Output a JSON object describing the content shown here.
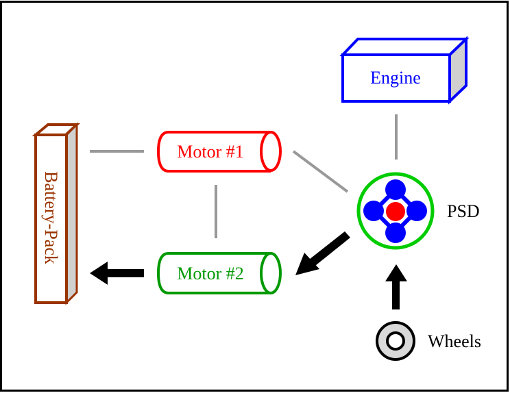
{
  "diagram": {
    "title": "Hybrid powertrain power flow",
    "nodes": {
      "engine": {
        "label": "Engine",
        "color": "#0000ff",
        "shape": "3d-box"
      },
      "battery": {
        "label": "Battery-Pack",
        "color": "#993300",
        "shape": "3d-box-vertical"
      },
      "motor1": {
        "label": "Motor #1",
        "color": "#ff0000",
        "shape": "cylinder"
      },
      "motor2": {
        "label": "Motor #2",
        "color": "#009900",
        "shape": "cylinder"
      },
      "psd": {
        "label": "PSD",
        "ring_color": "#00cc00",
        "gear_color": "#0000ff",
        "center_color": "#ff0000",
        "shape": "planetary-gear"
      },
      "wheels": {
        "label": "Wheels",
        "color": "#000000",
        "fill": "#d9d9d9",
        "shape": "wheel"
      }
    },
    "connections": [
      {
        "from": "battery",
        "to": "motor1",
        "type": "link"
      },
      {
        "from": "motor1",
        "to": "motor2",
        "type": "link"
      },
      {
        "from": "motor1",
        "to": "psd",
        "type": "link"
      },
      {
        "from": "engine",
        "to": "psd",
        "type": "link"
      }
    ],
    "flows": [
      {
        "from": "wheels",
        "to": "psd",
        "type": "arrow"
      },
      {
        "from": "psd",
        "to": "motor2",
        "type": "arrow"
      },
      {
        "from": "motor2",
        "to": "battery",
        "type": "arrow"
      }
    ],
    "colors": {
      "link": "#999999",
      "arrow": "#000000",
      "side_face": "#d0d0d0",
      "frame": "#000000"
    }
  }
}
